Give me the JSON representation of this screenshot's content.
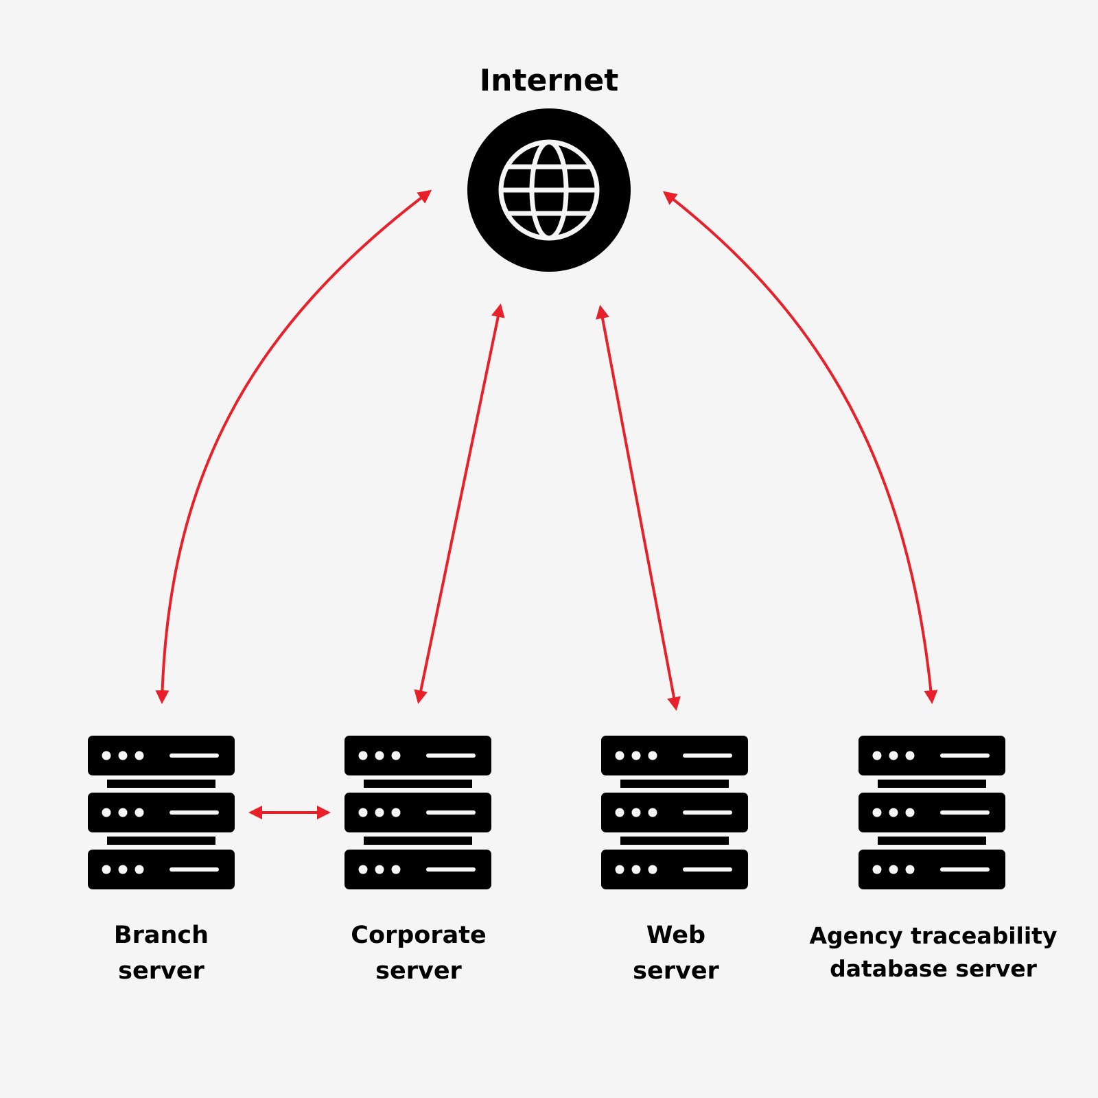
{
  "internet": {
    "label": "Internet",
    "icon": "globe-icon"
  },
  "servers": [
    {
      "line1": "Branch",
      "line2": "server",
      "icon": "server-rack-icon"
    },
    {
      "line1": "Corporate",
      "line2": "server",
      "icon": "server-rack-icon"
    },
    {
      "line1": "Web",
      "line2": "server",
      "icon": "server-rack-icon"
    },
    {
      "line1": "Agency traceability",
      "line2": "database server",
      "icon": "server-rack-icon"
    }
  ],
  "connections": [
    {
      "from": "Branch server",
      "to": "Internet",
      "direction": "bidirectional"
    },
    {
      "from": "Corporate server",
      "to": "Internet",
      "direction": "bidirectional"
    },
    {
      "from": "Web server",
      "to": "Internet",
      "direction": "bidirectional"
    },
    {
      "from": "Agency traceability database server",
      "to": "Internet",
      "direction": "bidirectional"
    },
    {
      "from": "Branch server",
      "to": "Corporate server",
      "direction": "bidirectional"
    }
  ],
  "colors": {
    "background": "#f5f5f5",
    "icon": "#000000",
    "icon_detail": "#f5f5f5",
    "arrow": "#e8202a"
  }
}
